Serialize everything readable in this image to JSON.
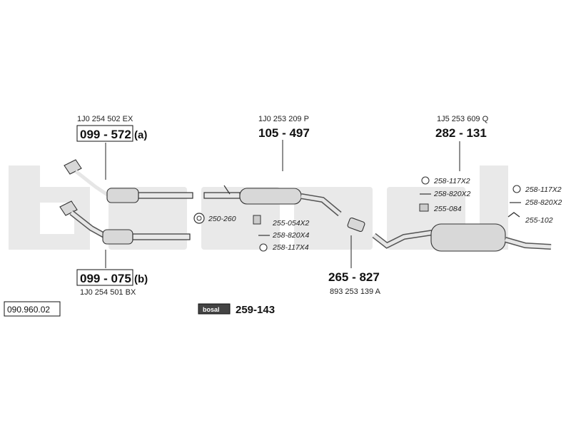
{
  "watermark": {
    "text": "bosal",
    "color": "#e6e6e6"
  },
  "reference": {
    "code": "090.960.02"
  },
  "parts": {
    "cat_a": {
      "oe": "1J0 254 502 EX",
      "number": "099 - 572",
      "suffix": "(a)"
    },
    "cat_b": {
      "oe": "1J0 254 501 BX",
      "number": "099 - 075",
      "suffix": "(b)"
    },
    "middle": {
      "oe": "1J0 253 209 P",
      "number": "105 - 497"
    },
    "rear": {
      "oe": "1J5 253 609 Q",
      "number": "282 - 131"
    },
    "connector": {
      "number": "265 - 827",
      "oe": "893 253 139 A"
    },
    "kit": {
      "logo": "bosal",
      "number": "259-143"
    }
  },
  "hardware": {
    "h1": "250-260",
    "h2": "255-054X2",
    "h3": "258-820X4",
    "h4": "258-117X4",
    "r1": "258-117X2",
    "r2": "258-820X2",
    "r3": "255-084",
    "r4": "258-117X2",
    "r5": "258-820X2",
    "r6": "255-102"
  }
}
